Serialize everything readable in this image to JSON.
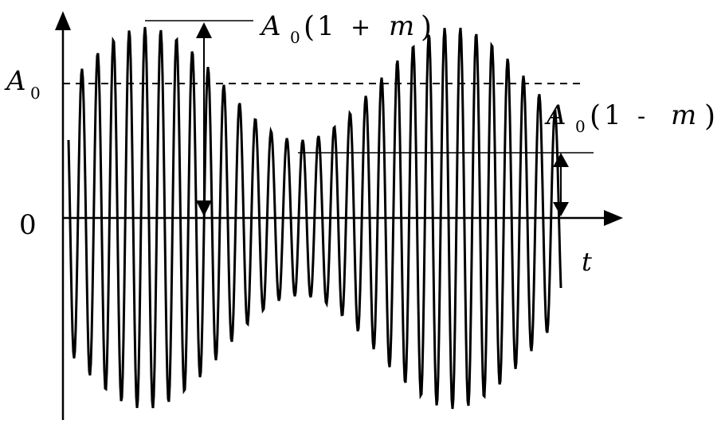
{
  "labels": {
    "a0_main": "A",
    "a0_sub": "0",
    "zero": "0",
    "t": "t",
    "max_A": "A",
    "max_sub": "0",
    "max_open": "(",
    "max_one": "1",
    "max_op": "+",
    "max_m": "m",
    "max_close": ")",
    "min_A": "A",
    "min_sub": "0",
    "min_open": "(",
    "min_one": "1",
    "min_op": "-",
    "min_m": "m",
    "min_close": ")"
  },
  "colors": {
    "ink": "#000000",
    "background": "#ffffff"
  },
  "signal": {
    "type": "amplitude-modulated wave",
    "carrier_ratio": 19.5,
    "modulation_index": 0.42
  }
}
